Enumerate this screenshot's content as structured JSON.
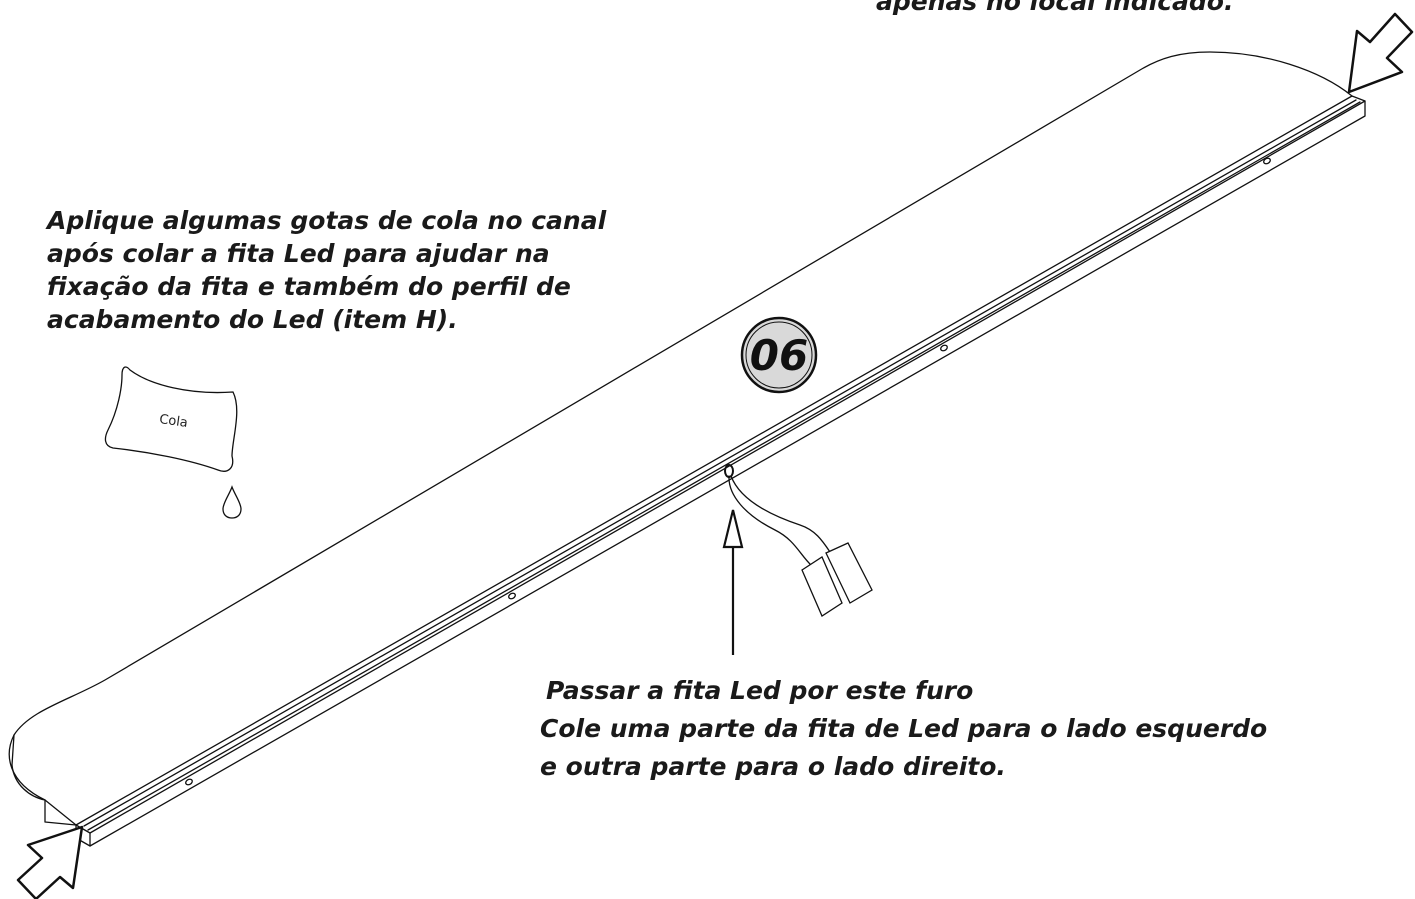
{
  "notes": {
    "top_partial": "apenas no local indicado.",
    "glue": [
      "Aplique algumas gotas de cola no canal",
      "após colar a fita Led para ajudar na",
      "fixação da fita e também do perfil de",
      "acabamento do Led (item H)."
    ],
    "hole": [
      "Passar a fita Led por este furo",
      "Cole uma parte da fita de Led para o lado esquerdo",
      "e outra parte para o lado direito."
    ]
  },
  "step_number": "06",
  "glue_bottle_label": "Cola",
  "icons": [
    "arrow-top-right-icon",
    "arrow-bottom-left-icon",
    "arrow-up-icon",
    "glue-bottle-icon",
    "glue-drop-icon",
    "led-connector-icon"
  ]
}
